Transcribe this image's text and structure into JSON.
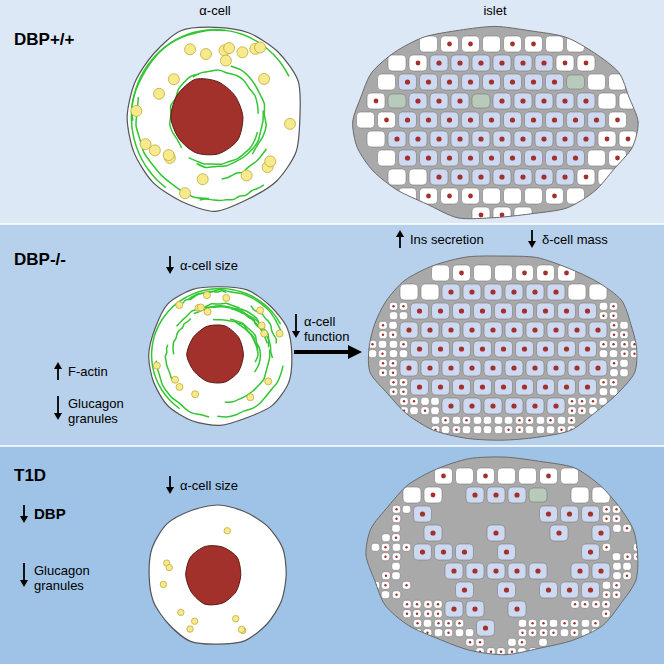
{
  "diagram": {
    "nodes": [
      {
        "text": [
          "DBP+/+"
        ]
      },
      {
        "text": [
          "α-cell"
        ],
        "in": 0
      },
      {
        "text": [
          "islet"
        ],
        "in": 0
      },
      {
        "text": [
          "DBP-/-"
        ]
      },
      {
        "text": [
          "α-cell size"
        ],
        "in": 3
      },
      {
        "text": [
          "Ins secretion",
          "δ-cell mass"
        ],
        "in": 3
      },
      {
        "text": [
          "T1D"
        ]
      },
      {
        "text": [
          "α-cell size"
        ],
        "in": 6
      }
    ],
    "edges": [
      {
        "from": 4,
        "to": 5,
        "arrow": "to",
        "label": "α-cell function"
      }
    ],
    "labels": [
      "F-actin",
      "Glucagon granules",
      "DBP",
      "Glucagon granules"
    ]
  }
}
